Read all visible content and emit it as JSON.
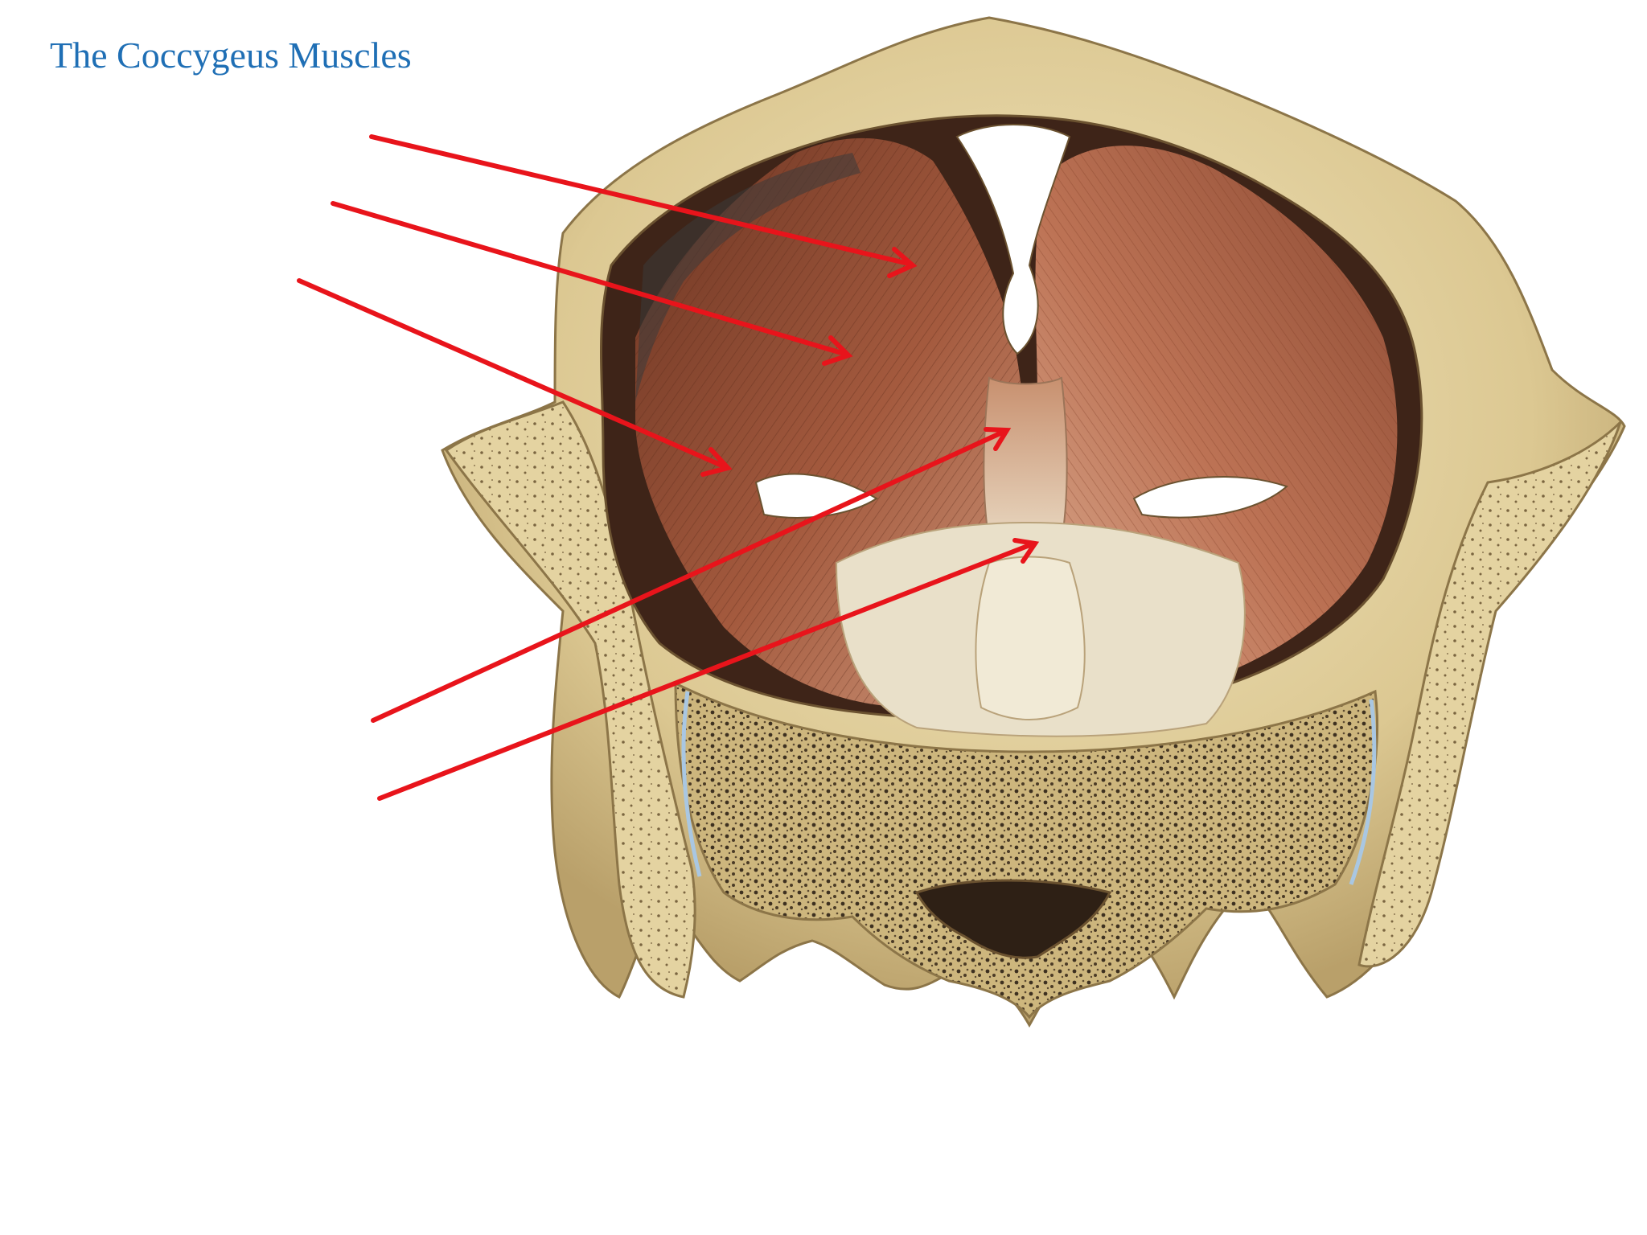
{
  "slide": {
    "title": "The Coccygeus Muscles",
    "title_color": "#1f6fb5"
  },
  "figure": {
    "subject": "pelvic-floor-muscles-illustration",
    "pointer_color": "#e8141b",
    "pointer_count": 5,
    "label_count": 0
  }
}
